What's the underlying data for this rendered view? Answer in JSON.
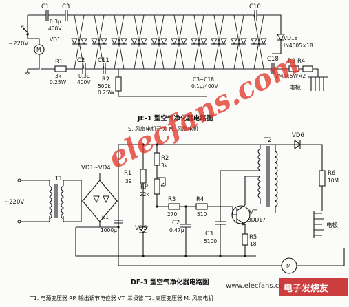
{
  "diagram1": {
    "labels": {
      "c1": "C1",
      "c3": "C3",
      "c10": "C10",
      "c2": "C2",
      "c11": "C11",
      "c18": "C18",
      "c1_val1": "0.3μ",
      "c1_val2": "400V",
      "c2_val1": "0.3μ",
      "c2_val2": "400V",
      "s": "S",
      "ac": "~220V",
      "m": "M",
      "vd1": "VD1",
      "vd18": "VD18",
      "vd_part": "IN4005×18",
      "r1": "R1",
      "r1_val1": "3k",
      "r1_val2": "0.25W",
      "r2": "R2",
      "r2_val1": "500k",
      "r2_val2": "0.25W",
      "c3c18": "C3~C18",
      "c3c18_val": "0.1μ/400V",
      "r3r4": "R3    R4",
      "r_val": "2M/0.5W×2",
      "electrode": "电极"
    },
    "caption": "JE-1 型空气净化器电路图",
    "note": "S. 风扇电机开关   M. 风扇电机"
  },
  "diagram2": {
    "labels": {
      "t1": "T1",
      "vd1vd4": "VD1~VD4",
      "ac": "~220V",
      "c1": "C1",
      "c1_val": "1000μ",
      "r1": "R1",
      "r1_val": "39",
      "r2": "R2",
      "r2_val": "3k",
      "rp": "RP",
      "rp_val": "22k",
      "vd5": "VD5",
      "r3": "R3",
      "r3_val": "270",
      "r4": "R4",
      "r4_val": "510",
      "c2": "C2",
      "c2_val": "0.47μ",
      "c3": "C3",
      "c3_val": "5100",
      "vt": "VT",
      "vt_val": "3DD17",
      "r5": "R5",
      "r5_val": "18",
      "t2": "T2",
      "vd6": "VD6",
      "r6": "R6",
      "r6_val": "10M",
      "m": "M",
      "electrode": "电极"
    },
    "caption": "DF-3 型空气净化器电路图",
    "legend": "T1. 电源变压器  RP. 输出调节电位器  VT. 三极管  T2. 高压变压器  M. 风扇电机"
  },
  "watermarks": {
    "main": "elecfans.com",
    "site": "www.elecfans.com",
    "brand": "电子发烧友"
  }
}
